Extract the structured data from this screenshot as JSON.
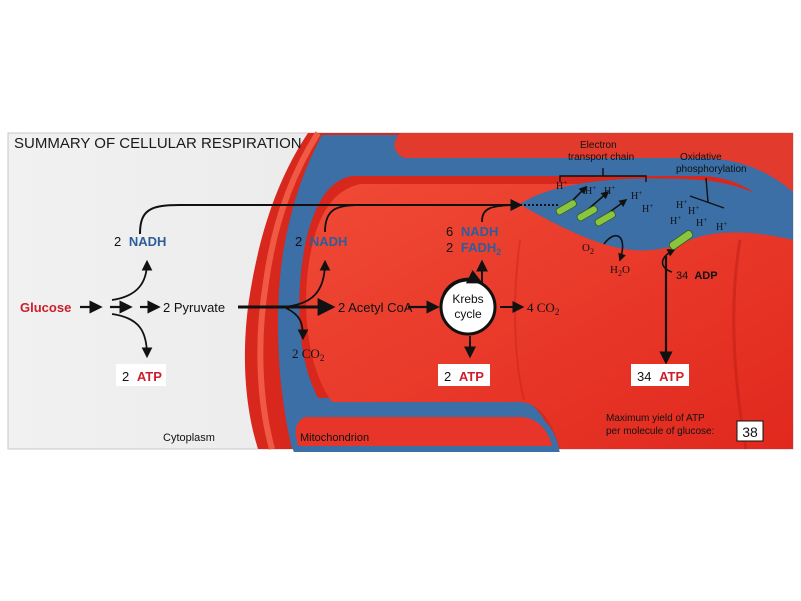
{
  "title": "SUMMARY OF CELLULAR RESPIRATION",
  "regions": {
    "cytoplasm": "Cytoplasm",
    "mitochondrion": "Mitochondrion"
  },
  "steps": {
    "glucose": "Glucose",
    "glycolysis_nadh_num": "2",
    "glycolysis_nadh": "NADH",
    "glycolysis_atp_num": "2",
    "glycolysis_atp": "ATP",
    "pyruvate": "2 Pyruvate",
    "transition_nadh_num": "2",
    "transition_nadh": "NADH",
    "transition_co2": "2 CO",
    "transition_co2_sub": "2",
    "acetyl": "2 Acetyl CoA",
    "krebs_line1": "Krebs",
    "krebs_line2": "cycle",
    "krebs_co2": "4 CO",
    "krebs_co2_sub": "2",
    "krebs_nadh_num": "6",
    "krebs_nadh": "NADH",
    "krebs_fadh_num": "2",
    "krebs_fadh": "FADH",
    "krebs_fadh_sub": "2",
    "krebs_atp_num": "2",
    "krebs_atp": "ATP"
  },
  "etc": {
    "label_line1": "Electron",
    "label_line2": "transport chain",
    "oxphos_line1": "Oxidative",
    "oxphos_line2": "phosphorylation",
    "proton": "H",
    "proton_sup": "+",
    "o2": "O",
    "o2_sub": "2",
    "h2o_a": "H",
    "h2o_sub": "2",
    "h2o_b": "O",
    "adp_num": "34",
    "adp": "ADP",
    "atp_num": "34",
    "atp": "ATP"
  },
  "yield": {
    "line1": "Maximum yield of ATP",
    "line2": "per molecule of glucose:",
    "value": "38"
  },
  "colors": {
    "red": "#ee3124",
    "dark_red": "#b81c14",
    "membrane_blue": "#3b6fa6",
    "nadh_blue": "#2f5d99",
    "atp_red": "#cc1e2b",
    "channel_green": "#8bc53f"
  }
}
